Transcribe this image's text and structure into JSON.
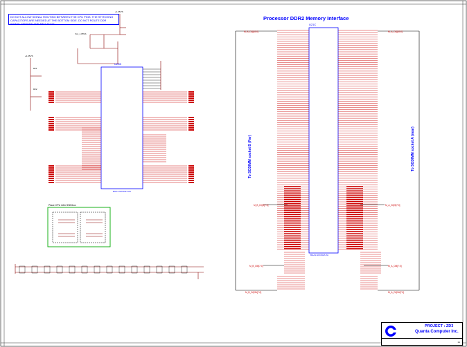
{
  "schematic": {
    "title": "Processor DDR2 Memory Interface",
    "note": "DO NOT ALLOW SIGNAL ROUTING BETWEEN THE CPU PINS. THE STITCHING CAPACITORS ARE NEEDED AT THE BOTTOM SIDE. DO NOT ROUTE DDR SIGNAL AROUND THE PKG EDGE.",
    "left_chip_ref": "U21B",
    "right_chip_ref": "U21C",
    "left_chip_part": "BGA1",
    "right_chip_part": "BGA1",
    "dimm_b_label": "To SODIMM socket B (Far)",
    "dimm_a_label": "To SODIMM socket A (near)",
    "cap_note": "Place CPU UA1 SSD/box",
    "project": "PROJECT : ZD3",
    "company": "Quanta Computer Inc.",
    "rev": "1A"
  }
}
